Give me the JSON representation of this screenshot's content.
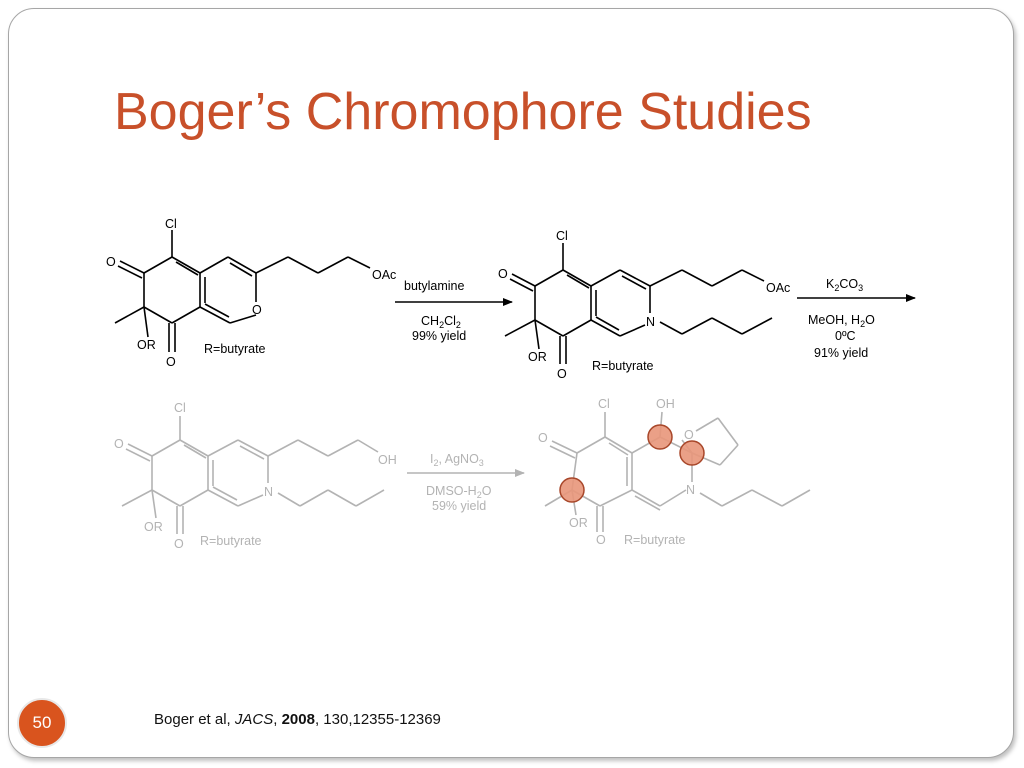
{
  "slide": {
    "title": "Boger’s Chromophore Studies",
    "page_number": "50",
    "citation": {
      "authors": "Boger et al, ",
      "journal": "JACS",
      "sep1": ", ",
      "year": "2008",
      "rest": ", 130,12355-12369"
    }
  },
  "scheme": {
    "compound1": {
      "atoms": [
        "Cl",
        "O",
        "O",
        "OAc",
        "OR",
        "O"
      ],
      "substituent_note": "R=butyrate"
    },
    "step1": {
      "reagent": "butylamine",
      "solvent_main": "CH",
      "solvent_sub1": "2",
      "solvent_mid": "Cl",
      "solvent_sub2": "2",
      "yield": "99% yield"
    },
    "compound2": {
      "atoms": [
        "Cl",
        "O",
        "N",
        "OAc",
        "OR",
        "O"
      ],
      "substituent_note": "R=butyrate"
    },
    "step2": {
      "reagent_main": "K",
      "reagent_sub1": "2",
      "reagent_mid": "CO",
      "reagent_sub2": "3",
      "solvent_main": "MeOH, H",
      "solvent_sub": "2",
      "solvent_end": "O",
      "temperature": "0ºC",
      "yield": "91% yield"
    },
    "compound3": {
      "atoms": [
        "Cl",
        "O",
        "N",
        "OH",
        "OR",
        "O"
      ],
      "substituent_note": "R=butyrate"
    },
    "step3": {
      "reagent_main": "I",
      "reagent_sub1": "2",
      "reagent_mid": ", AgNO",
      "reagent_sub2": "3",
      "solvent_main": "DMSO-H",
      "solvent_sub": "2",
      "solvent_end": "O",
      "yield": "59% yield"
    },
    "compound4": {
      "atoms": [
        "Cl",
        "OH",
        "O",
        "O",
        "N",
        "OR",
        "O"
      ],
      "substituent_note": "R=butyrate"
    },
    "colors": {
      "title": "#c8502a",
      "active_structure": "#000000",
      "faded_structure": "#b3b3b3",
      "highlight_fill": "#e8967a",
      "highlight_stroke": "#a8472a"
    }
  }
}
